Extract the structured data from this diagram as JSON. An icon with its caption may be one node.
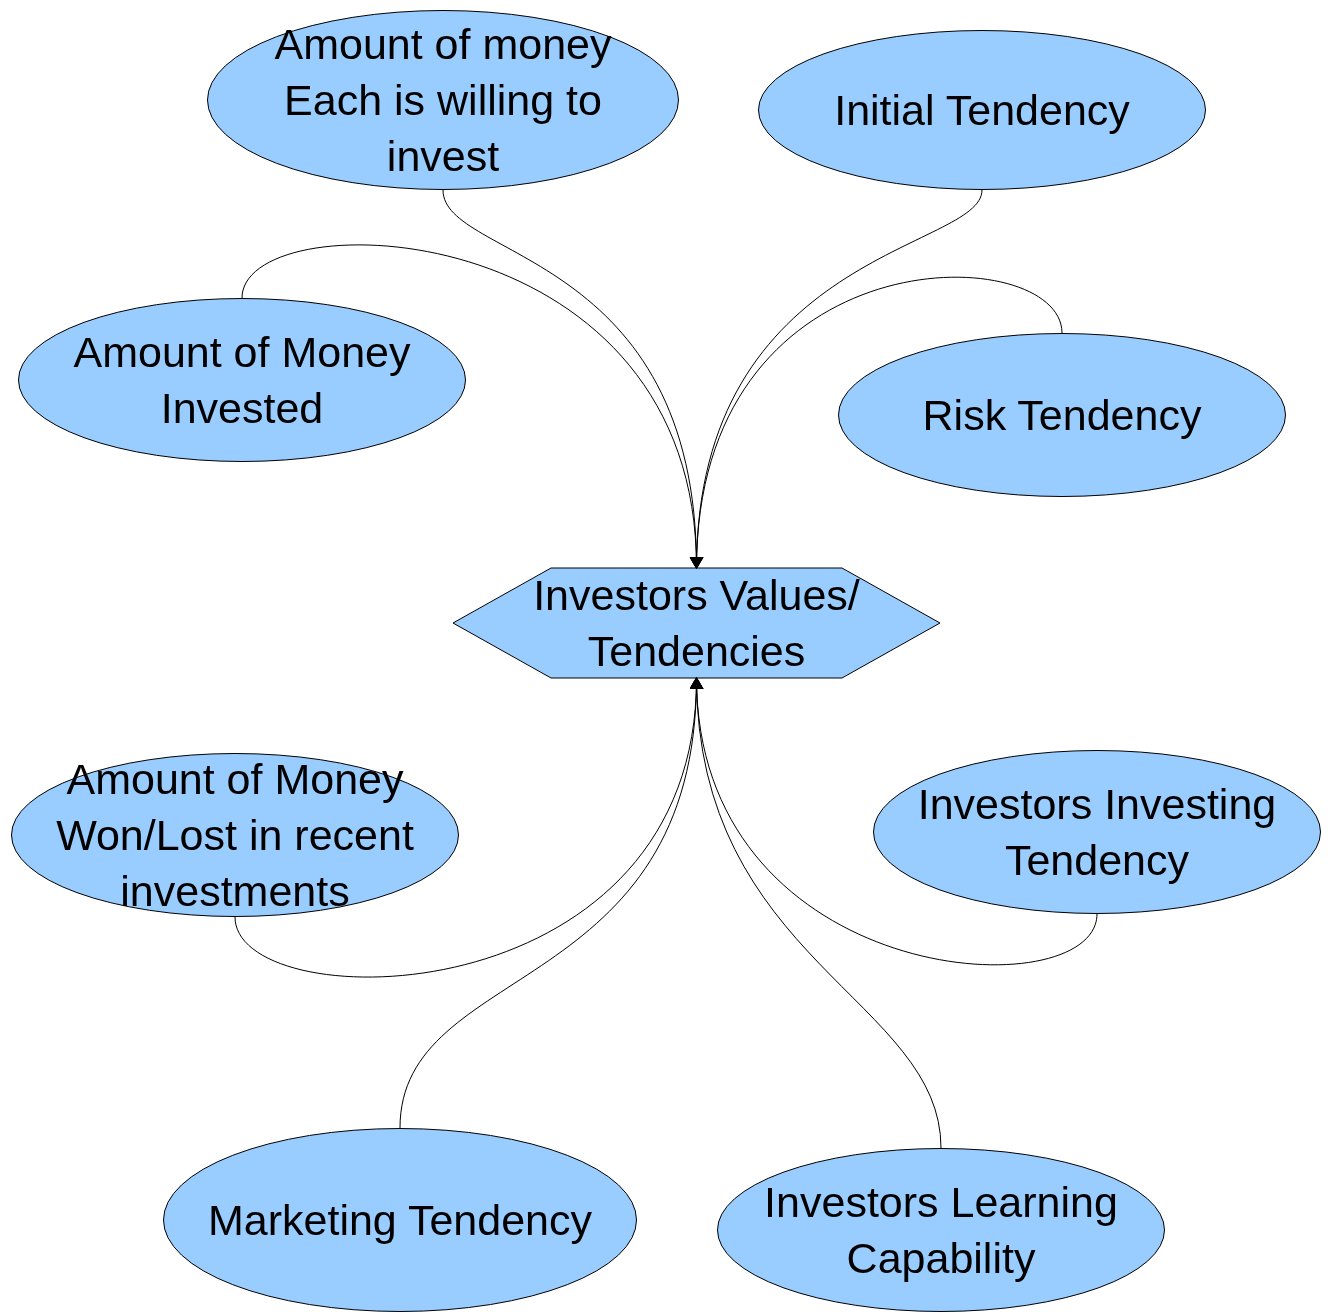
{
  "diagram": {
    "nodes": [
      {
        "text": [
          "Amount of money Each is willing to invest"
        ]
      },
      {
        "text": [
          "Initial Tendency"
        ]
      },
      {
        "text": [
          "Amount of Money Invested"
        ]
      },
      {
        "text": [
          "Risk Tendency"
        ]
      },
      {
        "text": [
          "Investors Values/ Tendencies"
        ]
      },
      {
        "text": [
          "Amount of Money Won/Lost in recent investments"
        ]
      },
      {
        "text": [
          "Investors Investing Tendency"
        ]
      },
      {
        "text": [
          "Marketing Tendency"
        ]
      },
      {
        "text": [
          "Investors Learning Capability"
        ]
      }
    ],
    "edges": [
      {
        "from": 0,
        "to": 4,
        "arrow": "to"
      },
      {
        "from": 1,
        "to": 4,
        "arrow": "to"
      },
      {
        "from": 2,
        "to": 4,
        "arrow": "to"
      },
      {
        "from": 3,
        "to": 4,
        "arrow": "to"
      },
      {
        "from": 5,
        "to": 4,
        "arrow": "to"
      },
      {
        "from": 6,
        "to": 4,
        "arrow": "to"
      },
      {
        "from": 7,
        "to": 4,
        "arrow": "to"
      },
      {
        "from": 8,
        "to": 4,
        "arrow": "to"
      }
    ]
  }
}
